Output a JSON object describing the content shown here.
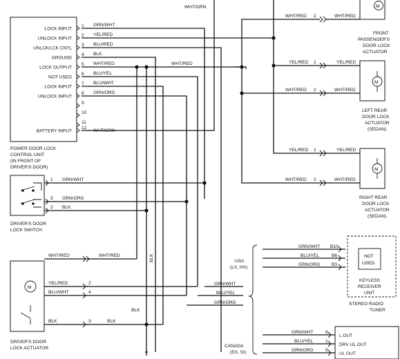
{
  "diagram": {
    "control_unit": {
      "pins": [
        {
          "num": "1",
          "name": "LOCK INPUT",
          "wire": "GRN/WHT"
        },
        {
          "num": "2",
          "name": "UNLOCK INPUT",
          "wire": "YEL/RED"
        },
        {
          "num": "3",
          "name": "UNLCK/LCK CNTL",
          "wire": "BLU/RED"
        },
        {
          "num": "4",
          "name": "GROUND",
          "wire": "BLK"
        },
        {
          "num": "5",
          "name": "LOCK OUTPUT",
          "wire": "WHT/RED"
        },
        {
          "num": "6",
          "name": "NOT USED",
          "wire": "BLU/YEL"
        },
        {
          "num": "7",
          "name": "LOCK INPUT",
          "wire": "BLU/WHT"
        },
        {
          "num": "8",
          "name": "UNLOCK INPUT",
          "wire": "GRN/ORG"
        },
        {
          "num": "9",
          "name": "",
          "wire": ""
        },
        {
          "num": "10",
          "name": "",
          "wire": ""
        },
        {
          "num": "11",
          "name": "",
          "wire": ""
        },
        {
          "num": "12",
          "name": "BATTERY INPUT",
          "wire": "WHT/GRN"
        }
      ],
      "caption": [
        "POWER DOOR LOCK",
        "CONTROL UNIT",
        "(IN FRONT OF",
        "DRIVER'S DOOR)"
      ]
    },
    "top_wire": "WHT/GRN",
    "mid_wire": "WHT/RED",
    "switch": {
      "pins": [
        {
          "num": "1",
          "wire": "GRN/WHT"
        },
        {
          "num": "3",
          "wire": "GRN/ORG"
        },
        {
          "num": "2",
          "wire": "BLK"
        }
      ],
      "caption": [
        "DRIVER'S DOOR",
        "LOCK SWITCH"
      ]
    },
    "drv_actuator": {
      "top_left": "WHT/RED",
      "top_right": "WHT/RED",
      "pins": [
        {
          "num": "2",
          "wire": "YEL/RED"
        },
        {
          "num": "4",
          "wire": "BLU/WHT"
        },
        {
          "num": "3",
          "wire": "BLK"
        }
      ],
      "right_wire": "BLK",
      "vertical": "BLK",
      "ground": "BLK",
      "caption": [
        "DRIVER'S DOOR",
        "LOCK ACTUATOR"
      ]
    },
    "front_pass": {
      "wires": [
        {
          "pin": "2",
          "left": "WHT/RED",
          "right": "WHT/RED"
        }
      ],
      "caption": [
        "FRONT",
        "PASSENGER'S",
        "DOOR LOCK",
        "ACTUATOR"
      ]
    },
    "left_rear": {
      "wires": [
        {
          "pin": "1",
          "left": "YEL/RED",
          "right": "YEL/RED"
        },
        {
          "pin": "2",
          "left": "WHT/RED",
          "right": "WHT/RED"
        }
      ],
      "caption": [
        "LEFT REAR",
        "DOOR LOCK",
        "ACTUATOR",
        "(SEDAN)"
      ]
    },
    "right_rear": {
      "wires": [
        {
          "pin": "1",
          "left": "YEL/RED",
          "right": "YEL/RED"
        },
        {
          "pin": "2",
          "left": "WHT/RED",
          "right": "WHT/RED"
        }
      ],
      "caption": [
        "RIGHT REAR",
        "DOOR LOCK",
        "ACTUATOR",
        "(SEDAN)"
      ]
    },
    "bus_wires": [
      "GRN/WHT",
      "BLU/YEL",
      "GRN/ORG"
    ],
    "usa": {
      "label": [
        "USA",
        "(LX, HX)"
      ],
      "wires": [
        {
          "wire": "GRN/WHT",
          "pin": "B10"
        },
        {
          "wire": "BLU/YEL",
          "pin": "B6"
        },
        {
          "wire": "GRN/ORG",
          "pin": "B3"
        }
      ],
      "not_used": [
        "NOT",
        "USED"
      ],
      "receiver": [
        "KEYLESS",
        "RECEIVER",
        "UNIT"
      ],
      "tuner": [
        "STEREO RADIO",
        "TUNER"
      ]
    },
    "canada": {
      "label": [
        "CANADA",
        "(EX, SI)"
      ],
      "wires": [
        {
          "wire": "GRN/WHT",
          "pin": "6",
          "out": "L OUT"
        },
        {
          "wire": "BLU/YEL",
          "pin": "1",
          "out": "DRV UL OUT"
        },
        {
          "wire": "GRN/ORG",
          "pin": "9",
          "out": "UL OUT"
        }
      ]
    }
  }
}
